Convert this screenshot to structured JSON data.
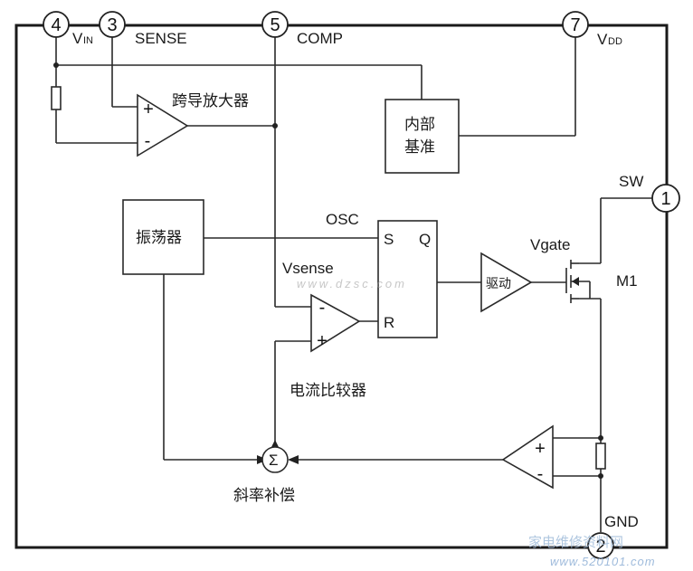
{
  "pins": {
    "vin": {
      "number": "4",
      "label_main": "V",
      "label_sub": "IN"
    },
    "sense": {
      "number": "3",
      "label": "SENSE"
    },
    "comp": {
      "number": "5",
      "label": "COMP"
    },
    "vdd": {
      "number": "7",
      "label_main": "V",
      "label_sub": "DD"
    },
    "sw": {
      "number": "1",
      "label": "SW"
    },
    "gnd": {
      "number": "2",
      "label": "GND"
    }
  },
  "blocks": {
    "transconductance_amp": "跨导放大器",
    "reference_line1": "内部",
    "reference_line2": "基准",
    "oscillator": "振荡器",
    "driver": "驱动",
    "current_comparator": "电流比较器",
    "slope_compensation": "斜率补偿",
    "summer_symbol": "Σ"
  },
  "flipflop": {
    "s": "S",
    "q": "Q",
    "r": "R"
  },
  "signals": {
    "osc": "OSC",
    "vsense": "Vsense",
    "vgate": "Vgate",
    "m1": "M1"
  },
  "amp_signs": {
    "plus": "+",
    "minus": "-"
  },
  "watermarks": {
    "center_text": "www.dzsc.com",
    "site_cn": "家电维修资料网",
    "site_url": "www.520101.com"
  }
}
